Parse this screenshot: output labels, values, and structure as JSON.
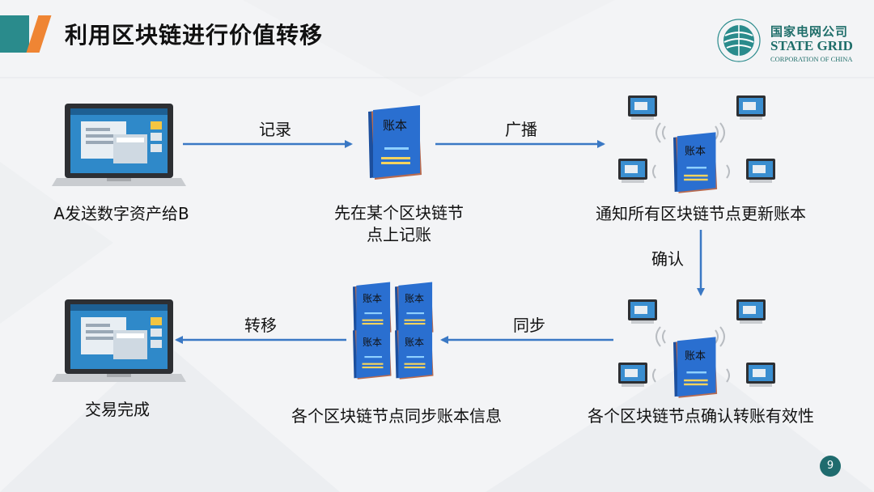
{
  "title": "利用区块链进行价值转移",
  "logo": {
    "cn": "国家电网公司",
    "en_line1": "STATE GRID",
    "en_line2": "CORPORATION OF CHINA"
  },
  "book_label": "账本",
  "steps": {
    "a_send": "A发送数字资产给B",
    "node_record_line1": "先在某个区块链节",
    "node_record_line2": "点上记账",
    "notify": "通知所有区块链节点更新账本",
    "confirm_validity": "各个区块链节点确认转账有效性",
    "sync_info": "各个区块链节点同步账本信息",
    "done": "交易完成"
  },
  "arrows": {
    "record": "记录",
    "broadcast": "广播",
    "confirm": "确认",
    "sync": "同步",
    "transfer": "转移"
  },
  "page_number": "9",
  "colors": {
    "teal": "#2a8b8c",
    "orange": "#ef8534",
    "arrow": "#3a78c4",
    "book": "#2a6fd0"
  }
}
